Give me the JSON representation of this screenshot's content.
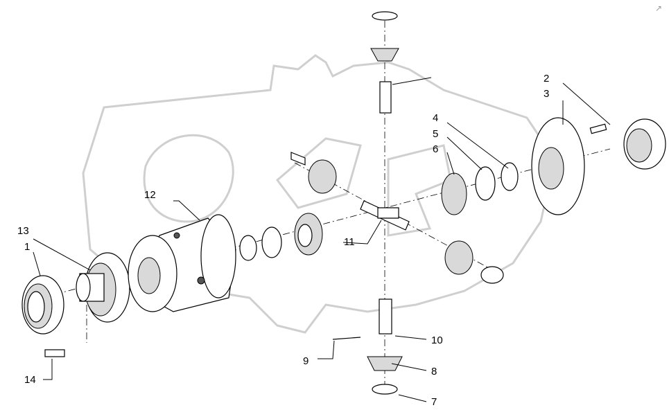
{
  "diagram": {
    "type": "exploded-parts-view",
    "callouts": [
      "1",
      "2",
      "3",
      "4",
      "5",
      "6",
      "7",
      "8",
      "9",
      "10",
      "11",
      "12",
      "13",
      "14"
    ]
  },
  "corner_mark": "↗"
}
